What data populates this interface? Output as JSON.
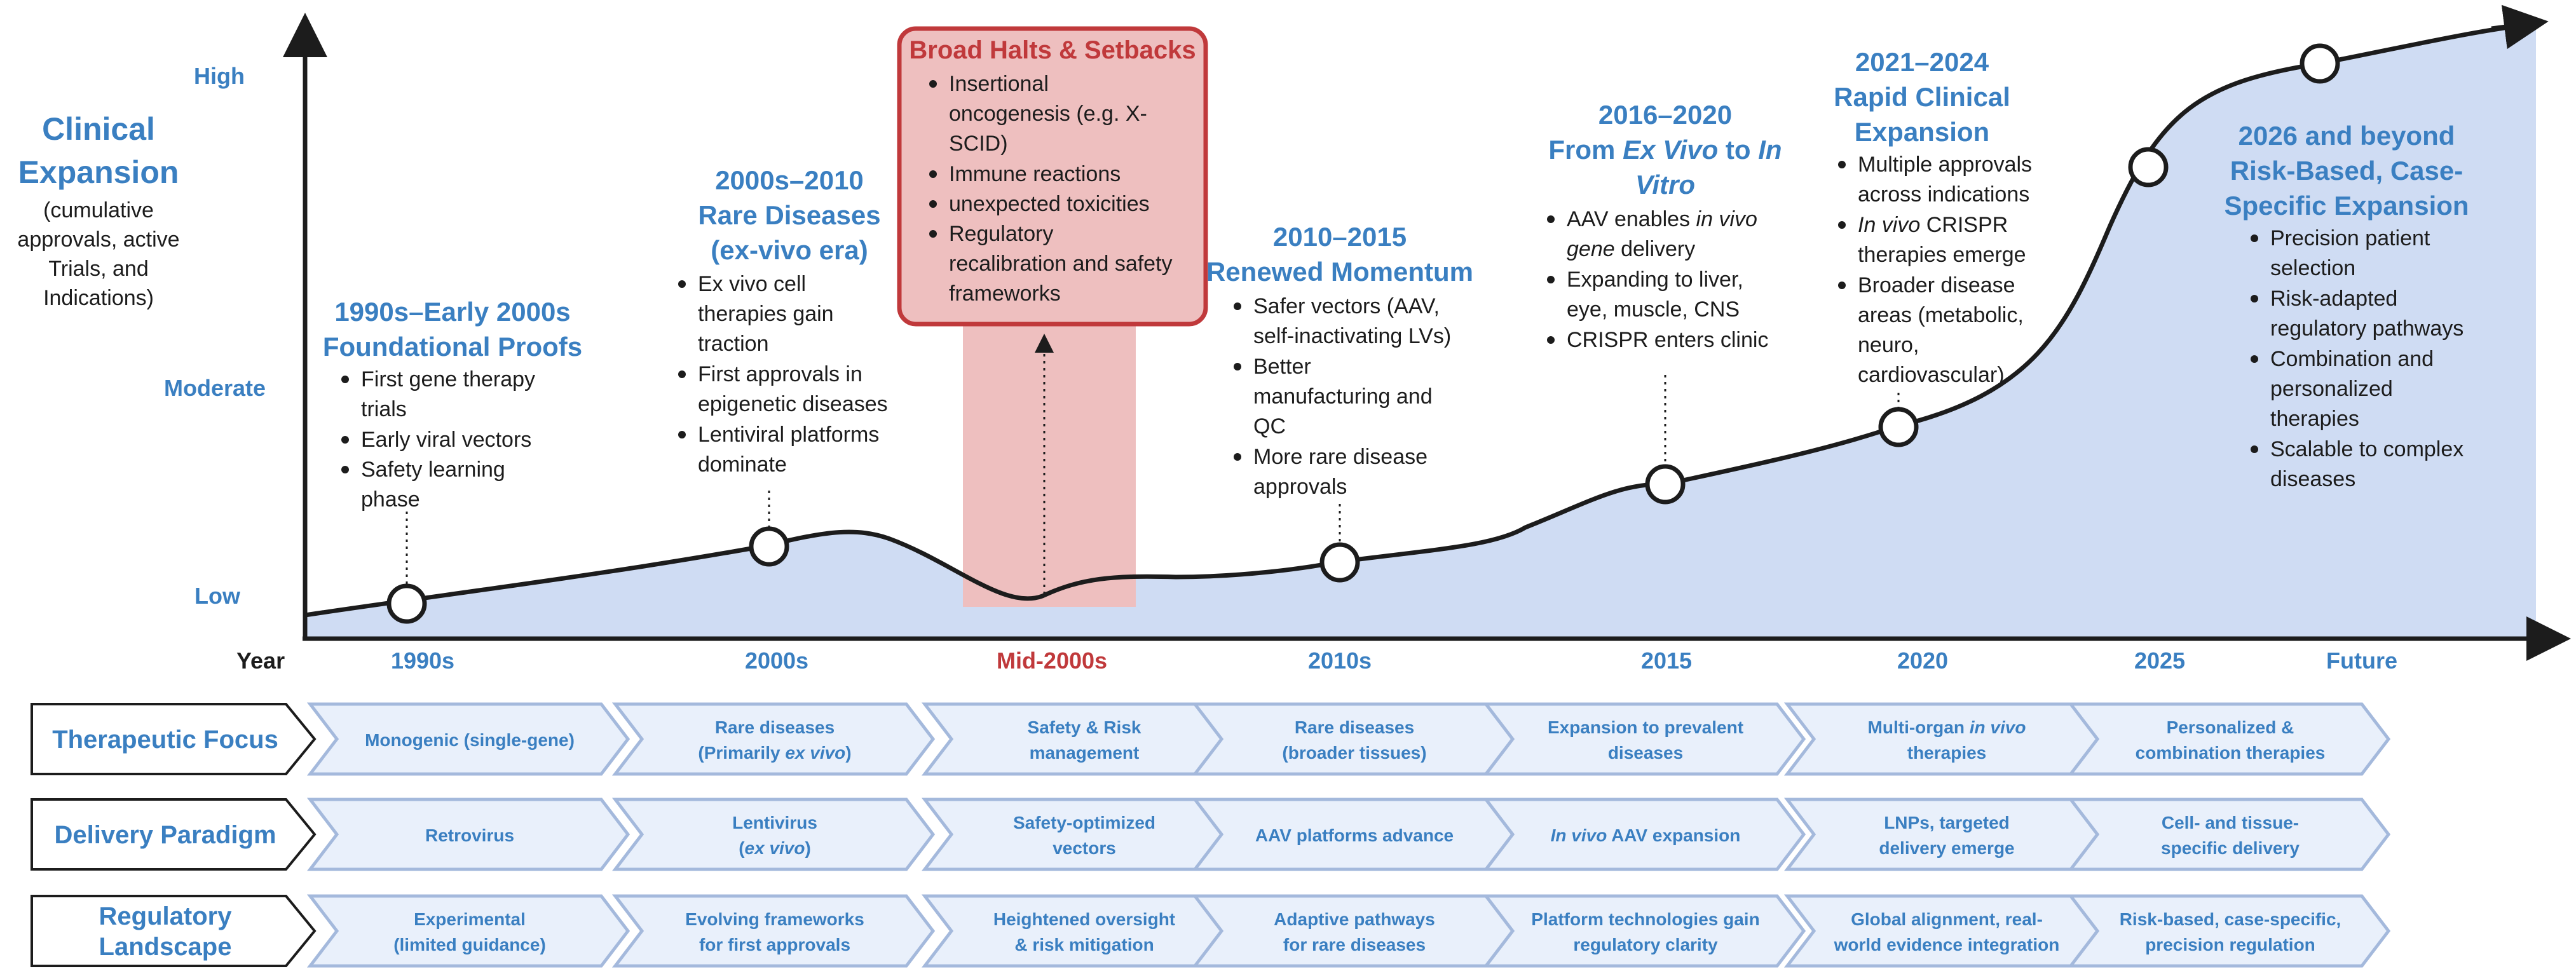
{
  "y_axis": {
    "title": [
      "Clinical",
      "Expansion"
    ],
    "subtitle": [
      "(cumulative",
      "approvals, active",
      "Trials, and",
      "Indications)"
    ],
    "levels": [
      "High",
      "Moderate",
      "Low"
    ]
  },
  "x_axis": {
    "label": "Year",
    "ticks": [
      "1990s",
      "2000s",
      "Mid-2000s",
      "2010s",
      "2015",
      "2020",
      "2025",
      "Future"
    ]
  },
  "colors": {
    "blue_heading": "#3a7fc1",
    "red": "#c0393b",
    "area_fill": "#cfdcf3",
    "halt_fill": "#eebfbf",
    "chevron_fill": "#e9f0fb",
    "chevron_stroke": "#a4b9dc",
    "dark": "#1c1c1c"
  },
  "eras": [
    {
      "title": [
        "1990s–Early 2000s",
        "Foundational Proofs"
      ],
      "bullets": [
        [
          "First gene therapy",
          "trials"
        ],
        [
          "Early viral vectors"
        ],
        [
          "Safety learning",
          "phase"
        ]
      ]
    },
    {
      "title": [
        "2000s–2010",
        "Rare Diseases",
        "(ex-vivo era)"
      ],
      "bullets": [
        [
          "Ex vivo cell",
          "therapies gain",
          "traction"
        ],
        [
          "First approvals in",
          "epigenetic diseases"
        ],
        [
          "Lentiviral platforms",
          "dominate"
        ]
      ]
    },
    {
      "title": [
        "Broad Halts & Setbacks"
      ],
      "bullets": [
        [
          "Insertional",
          "oncogenesis (e.g. X-",
          "SCID)"
        ],
        [
          "Immune reactions"
        ],
        [
          "unexpected toxicities"
        ],
        [
          "Regulatory",
          "recalibration and safety",
          "frameworks"
        ]
      ]
    },
    {
      "title": [
        "2010–2015",
        "Renewed Momentum"
      ],
      "bullets": [
        [
          "Safer vectors (AAV,",
          "self-inactivating LVs)"
        ],
        [
          "Better",
          "manufacturing and",
          "QC"
        ],
        [
          "More rare disease",
          "approvals"
        ]
      ]
    },
    {
      "title_line1": "2016–2020",
      "title_line2": [
        "From ",
        "Ex Vivo",
        " to ",
        "In"
      ],
      "title_line3": "Vitro",
      "bullets": [
        [
          [
            "AAV enables ",
            "in vivo"
          ],
          [
            "gene",
            " delivery"
          ]
        ],
        [
          [
            "Expanding to liver,"
          ],
          [
            "eye, muscle, CNS"
          ]
        ],
        [
          [
            "CRISPR enters clinic"
          ]
        ]
      ]
    },
    {
      "title": [
        "2021–2024",
        "Rapid Clinical",
        "Expansion"
      ],
      "bullets": [
        [
          [
            "Multiple approvals"
          ],
          [
            "across indications"
          ]
        ],
        [
          [
            "In vivo",
            " CRISPR"
          ],
          [
            "therapies emerge"
          ]
        ],
        [
          [
            "Broader disease"
          ],
          [
            "areas (metabolic,"
          ],
          [
            "neuro,"
          ],
          [
            "cardiovascular)"
          ]
        ]
      ]
    },
    {
      "title": [
        "2026 and beyond",
        "Risk-Based, Case-",
        "Specific Expansion"
      ],
      "bullets": [
        [
          "Precision patient",
          "selection"
        ],
        [
          "Risk-adapted",
          "regulatory pathways"
        ],
        [
          "Combination and",
          "personalized",
          "therapies"
        ],
        [
          "Scalable to complex",
          "diseases"
        ]
      ]
    }
  ],
  "rows": [
    {
      "label": [
        "Therapeutic Focus"
      ],
      "cells": [
        [
          [
            [
              "Monogenic (single-gene)",
              false
            ]
          ]
        ],
        [
          [
            [
              "Rare diseases",
              false
            ]
          ],
          [
            [
              "(Primarily ",
              false
            ],
            [
              "ex vivo",
              true
            ],
            [
              ")",
              false
            ]
          ]
        ],
        [
          [
            [
              "Safety & Risk",
              false
            ]
          ],
          [
            [
              "management",
              false
            ]
          ]
        ],
        [
          [
            [
              "Rare diseases",
              false
            ]
          ],
          [
            [
              "(broader tissues)",
              false
            ]
          ]
        ],
        [
          [
            [
              "Expansion to prevalent",
              false
            ]
          ],
          [
            [
              "diseases",
              false
            ]
          ]
        ],
        [
          [
            [
              "Multi-organ ",
              false
            ],
            [
              "in vivo",
              true
            ]
          ],
          [
            [
              "therapies",
              false
            ]
          ]
        ],
        [
          [
            [
              "Personalized &",
              false
            ]
          ],
          [
            [
              "combination therapies",
              false
            ]
          ]
        ]
      ]
    },
    {
      "label": [
        "Delivery Paradigm"
      ],
      "cells": [
        [
          [
            [
              "Retrovirus",
              false
            ]
          ]
        ],
        [
          [
            [
              "Lentivirus",
              false
            ]
          ],
          [
            [
              "(",
              false
            ],
            [
              "ex vivo",
              true
            ],
            [
              ")",
              false
            ]
          ]
        ],
        [
          [
            [
              "Safety-optimized",
              false
            ]
          ],
          [
            [
              "vectors",
              false
            ]
          ]
        ],
        [
          [
            [
              "AAV platforms advance",
              false
            ]
          ]
        ],
        [
          [
            [
              "In vivo",
              true
            ],
            [
              " AAV expansion",
              false
            ]
          ]
        ],
        [
          [
            [
              "LNPs, targeted",
              false
            ]
          ],
          [
            [
              "delivery emerge",
              false
            ]
          ]
        ],
        [
          [
            [
              "Cell- and tissue-",
              false
            ]
          ],
          [
            [
              "specific delivery",
              false
            ]
          ]
        ]
      ]
    },
    {
      "label": [
        "Regulatory",
        "Landscape"
      ],
      "cells": [
        [
          [
            [
              "Experimental",
              false
            ]
          ],
          [
            [
              "(limited guidance)",
              false
            ]
          ]
        ],
        [
          [
            [
              "Evolving frameworks",
              false
            ]
          ],
          [
            [
              "for first approvals",
              false
            ]
          ]
        ],
        [
          [
            [
              "Heightened oversight",
              false
            ]
          ],
          [
            [
              "& risk mitigation",
              false
            ]
          ]
        ],
        [
          [
            [
              "Adaptive pathways",
              false
            ]
          ],
          [
            [
              "for rare diseases",
              false
            ]
          ]
        ],
        [
          [
            [
              "Platform technologies gain",
              false
            ]
          ],
          [
            [
              "regulatory clarity",
              false
            ]
          ]
        ],
        [
          [
            [
              "Global alignment, real-",
              false
            ]
          ],
          [
            [
              "world evidence integration",
              false
            ]
          ]
        ],
        [
          [
            [
              "Risk-based, case-specific,",
              false
            ]
          ],
          [
            [
              "precision regulation",
              false
            ]
          ]
        ]
      ]
    }
  ]
}
